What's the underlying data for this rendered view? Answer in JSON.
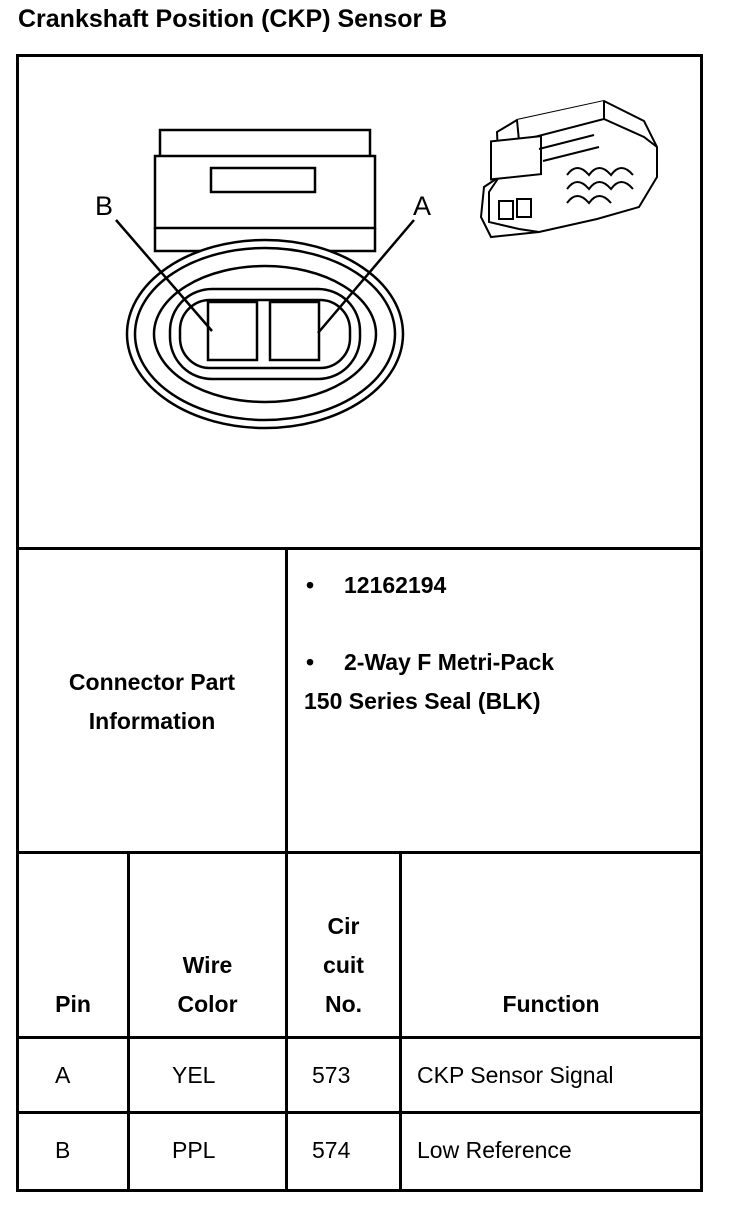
{
  "title": "Crankshaft Position (CKP) Sensor B",
  "figure": {
    "pin_labels": {
      "b": "B",
      "a": "A"
    }
  },
  "connector_info": {
    "label_line1": "Connector Part",
    "label_line2": "Information",
    "part_number": "12162194",
    "description_line1": "2-Way F Metri-Pack",
    "description_line2": "150 Series Seal (BLK)",
    "bullet": "•"
  },
  "table": {
    "headers": {
      "pin": "Pin",
      "wire_color_1": "Wire",
      "wire_color_2": "Color",
      "circuit_1": "Cir",
      "circuit_2": "cuit",
      "circuit_3": "No.",
      "function": "Function"
    },
    "rows": [
      {
        "pin": "A",
        "wire_color": "YEL",
        "circuit": "573",
        "function": "CKP Sensor Signal"
      },
      {
        "pin": "B",
        "wire_color": "PPL",
        "circuit": "574",
        "function": "Low Reference"
      }
    ]
  }
}
